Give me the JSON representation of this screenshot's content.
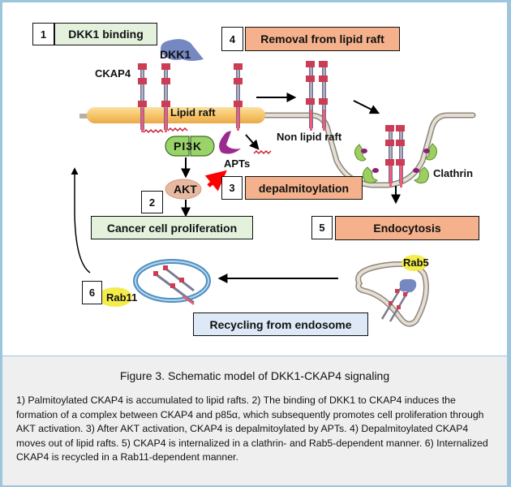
{
  "diagram": {
    "steps": [
      {
        "number": "1",
        "label": "DKK1 binding",
        "color": "#e3f1dd"
      },
      {
        "number": "2",
        "label": "Cancer cell proliferation",
        "color": "#e3f1dd"
      },
      {
        "number": "3",
        "label": "depalmitoylation",
        "color": "#f4b18c"
      },
      {
        "number": "4",
        "label": "Removal from lipid raft",
        "color": "#f4b18c"
      },
      {
        "number": "5",
        "label": "Endocytosis",
        "color": "#f4b18c"
      },
      {
        "number": "6",
        "label": "Recycling from endosome",
        "color": "#dde9f6"
      }
    ],
    "labels": {
      "ckap4": "CKAP4",
      "dkk1": "DKK1",
      "lipid_raft": "Lipid raft",
      "non_lipid_raft": "Non lipid raft",
      "pi3k": "PI3K",
      "apts": "APTs",
      "akt": "AKT",
      "clathrin": "Clathrin",
      "rab5": "Rab5",
      "rab11": "Rab11"
    },
    "colors": {
      "lipid_raft": "#f7c56a",
      "membrane": "#cfc8bd",
      "clathrin": "#9ccf5f",
      "pi3k": "#9ad36a",
      "akt": "#e8b9a0",
      "apt": "#9b2a8e",
      "dkk1": "#7588c2",
      "rab": "#f4ec4a",
      "endosome_recycling": "#5a9ccc",
      "inhibit_arrow": "#ff0000"
    }
  },
  "caption": {
    "title": "Figure 3.  Schematic model of DKK1-CKAP4 signaling",
    "body": "1) Palmitoylated CKAP4 is accumulated to lipid rafts. 2) The binding of DKK1 to CKAP4 induces the formation of a complex between CKAP4 and p85α, which subsequently promotes cell proliferation through AKT activation. 3) After AKT activation, CKAP4 is depalmitoylated by APTs. 4) Depalmitoylated CKAP4 moves out of lipid rafts. 5) CKAP4 is internalized in a clathrin- and Rab5-dependent manner. 6) Internalized CKAP4 is recycled in a Rab11-dependent manner."
  }
}
